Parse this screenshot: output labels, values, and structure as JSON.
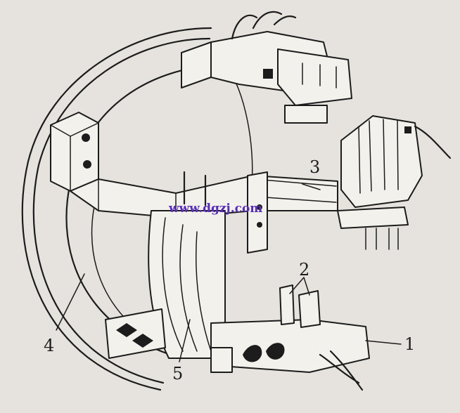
{
  "watermark": "www.dgzj.com",
  "callouts": [
    {
      "id": "1",
      "label": "1"
    },
    {
      "id": "2",
      "label": "2"
    },
    {
      "id": "3",
      "label": "3"
    },
    {
      "id": "4",
      "label": "4"
    },
    {
      "id": "5",
      "label": "5"
    }
  ]
}
